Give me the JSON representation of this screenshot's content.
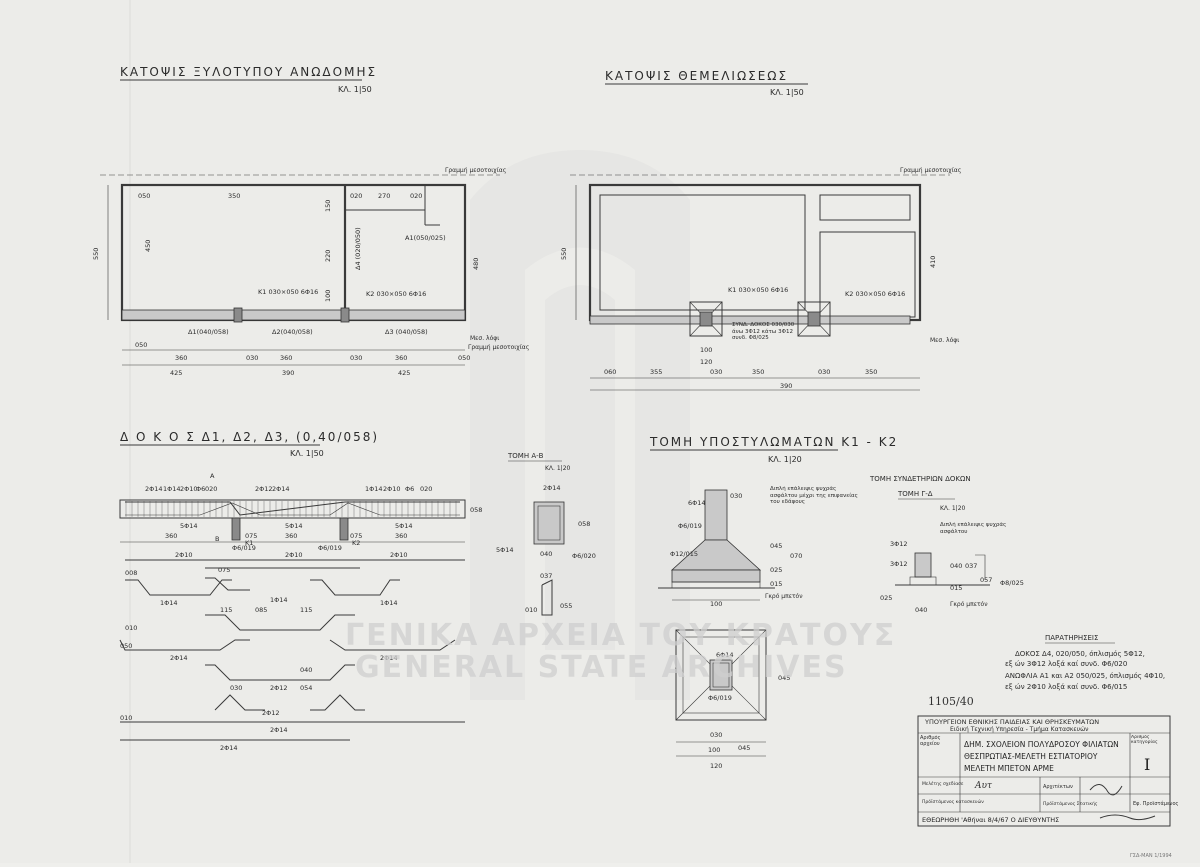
{
  "titles": {
    "roof_plan": "ΚΑΤΟΨΙΣ ΞΥΛΟΤΥΠΟΥ ΑΝΩΔΟΜΗΣ",
    "roof_scale": "ΚΛ. 1|50",
    "foundation_plan": "ΚΑΤΟΨΙΣ ΘΕΜΕΛΙΩΣΕΩΣ",
    "foundation_scale": "ΚΛ. 1|50",
    "beam": "Δ Ο Κ Ο Σ  Δ1, Δ2, Δ3, (0,40/058)",
    "beam_scale": "ΚΛ. 1|50",
    "section_ab": "ΤΟΜΗ Α-Β",
    "section_ab_scale": "ΚΛ. 1|20",
    "columns_section": "ΤΟΜΗ ΥΠΟΣΤΥΛΩΜΑΤΩΝ Κ1 - Κ2",
    "columns_scale": "ΚΛ. 1|20",
    "tie_beams": "ΤΟΜΗ ΣΥΝΔΕΤΗΡΙΩΝ ΔΟΚΩΝ",
    "tie_section": "ΤΟΜΗ Γ-Δ",
    "tie_scale": "ΚΛ. 1|20"
  },
  "plan_labels": {
    "party_wall": "Γραμμή μεσοτοιχίας",
    "roof_dims_top": [
      "050",
      "350",
      "020",
      "270",
      "020"
    ],
    "roof_dims_bottom": [
      "050",
      "360",
      "030",
      "360",
      "030",
      "360",
      "050"
    ],
    "roof_totals": [
      "425",
      "390",
      "425"
    ],
    "roof_height": "550",
    "roof_inner": [
      "450",
      "150",
      "220",
      "100",
      "480"
    ],
    "k1": "K1 030×050 6Φ16",
    "k2": "K2 030×050 6Φ16",
    "d1": "Δ1(040/058)",
    "d2": "Δ2(040/058)",
    "d3": "Δ3 (040/058)",
    "a1": "Α1(050/025)",
    "d4": "Δ4 (020/050)",
    "lintel": "Μεσ. λόφι",
    "found_height": "550",
    "found_dims": [
      "060",
      "355",
      "030",
      "350",
      "030",
      "350"
    ],
    "found_totals": [
      "100",
      "120",
      "390"
    ],
    "tie_note": "ΣΥΝΔ. ΔΟΚΟΣ 030/030 άνω 3Φ12 κάτω 3Φ12 συνδ. Φ8/025",
    "found_k1": "K1 030×050 6Φ16",
    "found_k2": "K2 030×050 6Φ16",
    "found_right": "Μεσ. λόφι",
    "found_410": "410"
  },
  "beam_labels": {
    "top_bars": [
      "2Φ14",
      "1Φ14",
      "2Φ10",
      "Φ6",
      "020",
      "2Φ12",
      "2Φ14",
      "1Φ14",
      "2Φ10",
      "Φ6",
      "020"
    ],
    "bottom_bars": [
      "5Φ14",
      "5Φ14",
      "5Φ14"
    ],
    "stirrups": [
      "Φ6/019",
      "Φ6/019"
    ],
    "k1": "K1",
    "k2": "K2",
    "a": "Α",
    "b": "Β",
    "spans": [
      "360",
      "075",
      "360",
      "075",
      "360"
    ],
    "height": "058",
    "schedule": [
      "2Φ10",
      "2Φ10",
      "2Φ10",
      "1Φ14",
      "1Φ14",
      "1Φ14",
      "115",
      "085",
      "115",
      "2Φ14",
      "2Φ14",
      "2Φ12",
      "2Φ12",
      "2Φ14",
      "2Φ14"
    ],
    "schedule_dims": [
      "008",
      "075",
      "010",
      "040",
      "054",
      "050",
      "030",
      "010"
    ]
  },
  "section_ab_labels": [
    "2Φ14",
    "5Φ14",
    "040",
    "058",
    "Φ6/020",
    "037",
    "055",
    "010"
  ],
  "columns_labels": {
    "bars": [
      "6Φ14",
      "Φ6/019",
      "Φ12/015"
    ],
    "dims": [
      "030",
      "045",
      "070",
      "025",
      "015",
      "100"
    ],
    "note": "Διπλή επάλειψις ψυχράς ασφάλτου μέχρι της επιφανείας του εδάφους",
    "lean": "Γκρό μπετόν",
    "plan_dims": [
      "030",
      "045",
      "100",
      "120",
      "Φ6/019",
      "6Φ14",
      "045"
    ]
  },
  "tie_labels": {
    "bars": [
      "3Φ12",
      "3Φ12",
      "Φ8/025"
    ],
    "dims": [
      "040",
      "037",
      "057",
      "015",
      "025",
      "040"
    ],
    "note": "Διπλή επάλειψις ψυχράς ασφάλτου",
    "lean": "Γκρό μπετόν"
  },
  "notes": {
    "heading": "ΠΑΡΑΤΗΡΗΣΕΙΣ",
    "line1": "ΔΟΚΟΣ Δ4, 020/050, όπλισμός 5Φ12,",
    "line2": "εξ ών 3Φ12 λοξά καί συνδ. Φ6/020",
    "line3": "ΑΝΩΦΛΙΑ Α1 και Α2 050/025, όπλισμός 4Φ10,",
    "line4": "εξ ών 2Φ10 λοξά καί συνδ. Φ6/015",
    "handwritten": "1105/40"
  },
  "titleblock": {
    "ministry": "ΥΠΟΥΡΓΕΙΟΝ ΕΘΝΙΚΗΣ ΠΑΙΔΕΙΑΣ ΚΑΙ ΘΡΗΣΚΕΥΜΑΤΩΝ",
    "service": "Ειδική Τεχνική Υπηρεσία - Τμήμα Κατασκευών",
    "archive_label": "Αριθμός αρχείου",
    "category_label": "Αριθμός κατηγορίας",
    "category": "I",
    "project1": "ΔΗΜ. ΣΧΟΛΕΙΟΝ ΠΟΛΥΔΡΟΣΟΥ ΦΙΛΙΑΤΩΝ",
    "project2": "ΘΕΣΠΡΩΤΙΑΣ-ΜΕΛΕΤΗ ΕΣΤΙΑΤΟΡΙΟΥ",
    "project3": "ΜΕΛΕΤΗ ΜΠΕΤΟΝ ΑΡΜΕ",
    "row_labels": [
      "Μελέτης σχεδίασε",
      "Πρόϊστάμενος κατασκευών",
      "Αρχιτέκτων",
      "Πρόϊστάμενος Στατικής"
    ],
    "approval": "ΕΘΕΩΡΗΘΗ 'Αθήναι 8/4/67  Ο ΔΙΕΥΘΥΝΤΗΣ",
    "sign1": "Αυτ",
    "sign2": "Εφ. Προϊστάμενος"
  },
  "watermark": {
    "greek": "ΓΕΝΙΚΑ ΑΡΧΕΙΑ ΤΟΥ ΚΡΑΤΟΥΣ",
    "english": "GENERAL STATE ARCHIVES"
  },
  "corner": "ΓΣΔ-ΜΑΝ 1/1994"
}
